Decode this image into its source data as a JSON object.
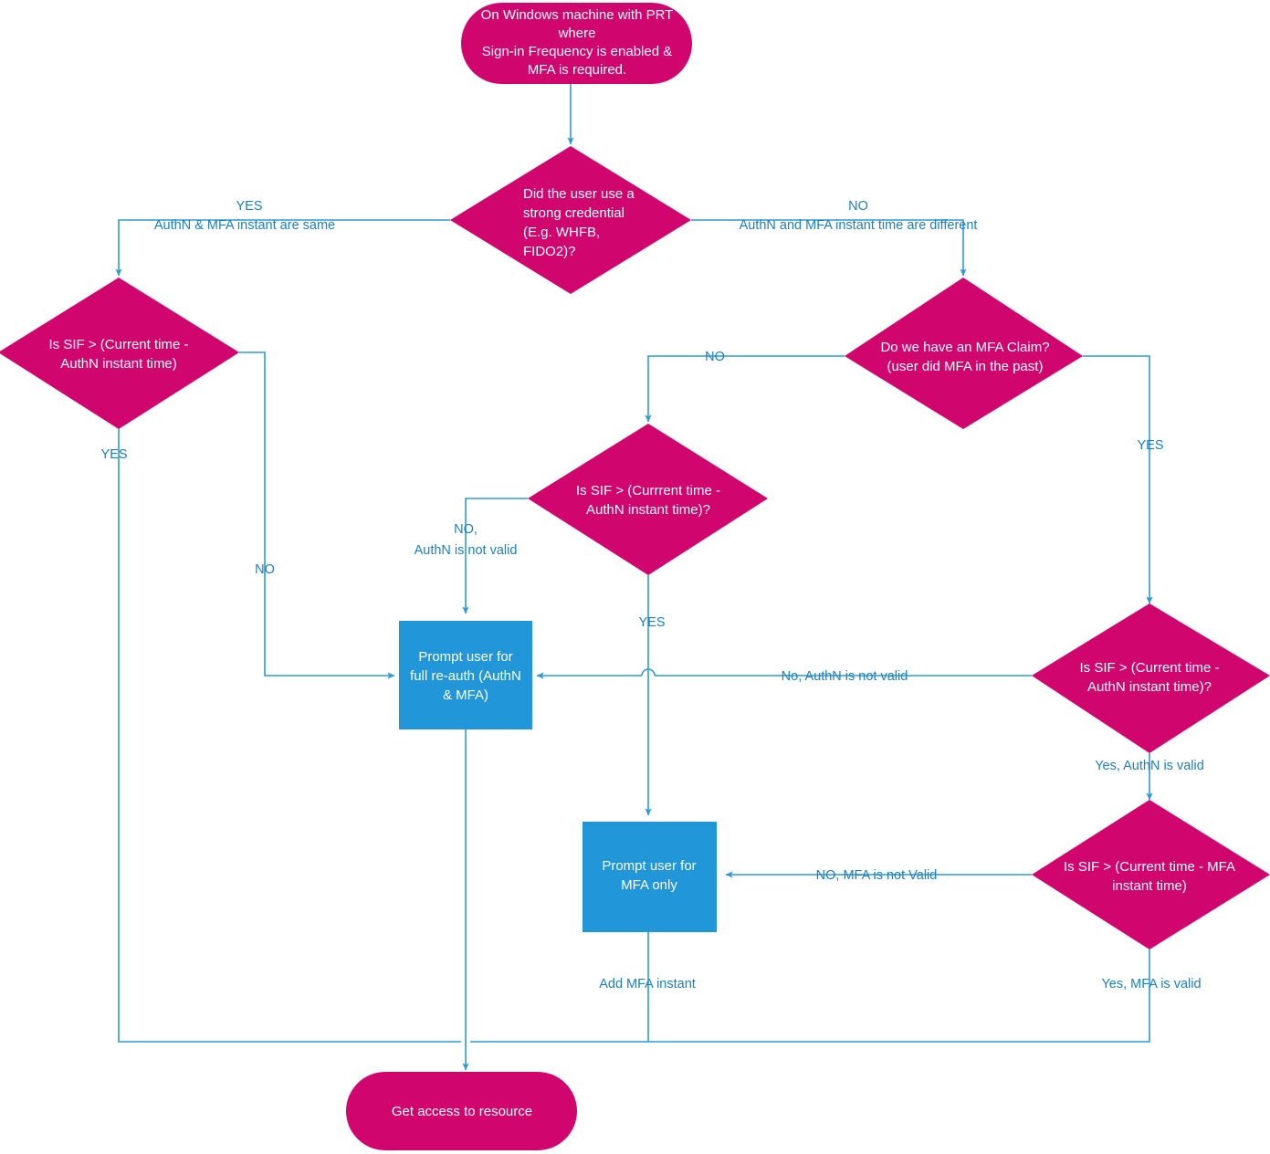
{
  "diagram": {
    "title": "Sign-in Frequency with MFA evaluation flow",
    "colors": {
      "decision_fill": "#D1056E",
      "terminator_fill": "#D1056E",
      "process_fill": "#2196D8",
      "edge_stroke": "#2E9BD6",
      "edge_label_text": "#1B7FC4",
      "node_text": "#FFFFFF",
      "background": "#FFFFFF"
    },
    "nodes": {
      "start": {
        "type": "terminator",
        "lines": [
          "On Windows machine with PRT",
          "where",
          "Sign-in Frequency is enabled &",
          "MFA is required."
        ]
      },
      "strong_credential": {
        "type": "decision",
        "lines": [
          "Did the user use a",
          "strong credential",
          "(E.g. WHFB,",
          "FIDO2)?"
        ]
      },
      "sif_authn_left": {
        "type": "decision",
        "lines": [
          "Is SIF > (Current time -",
          "AuthN instant time)"
        ]
      },
      "mfa_claim": {
        "type": "decision",
        "lines": [
          "Do we have an MFA Claim?",
          "(user did MFA in the past)"
        ]
      },
      "sif_authn_middle": {
        "type": "decision",
        "lines": [
          "Is SIF > (Currrent time -",
          "AuthN instant time)?"
        ]
      },
      "sif_authn_right": {
        "type": "decision",
        "lines": [
          "Is SIF > (Current time -",
          "AuthN instant time)?"
        ]
      },
      "sif_mfa_right": {
        "type": "decision",
        "lines": [
          "Is SIF > (Current time - MFA",
          "instant time)"
        ]
      },
      "prompt_full_reauth": {
        "type": "process",
        "lines": [
          "Prompt user for",
          "full re-auth (AuthN",
          "& MFA)"
        ]
      },
      "prompt_mfa_only": {
        "type": "process",
        "lines": [
          "Prompt user for",
          "MFA only"
        ]
      },
      "get_access": {
        "type": "terminator",
        "lines": [
          "Get access to resource"
        ]
      }
    },
    "edge_labels": {
      "yes_same_instant_1": "YES",
      "yes_same_instant_2": "AuthN & MFA instant are same",
      "no_different_instant_1": "NO",
      "no_different_instant_2": "AuthN and MFA instant time are different",
      "left_yes": "YES",
      "left_no": "NO",
      "claim_no": "NO",
      "claim_yes": "YES",
      "middle_no_1": "NO,",
      "middle_no_2": "AuthN is not valid",
      "middle_yes": "YES",
      "right_no_authn": "No, AuthN is not valid",
      "right_yes_authn": "Yes, AuthN is valid",
      "right_no_mfa": "NO, MFA is not Valid",
      "right_yes_mfa": "Yes, MFA is valid",
      "add_mfa_instant": "Add MFA instant"
    }
  }
}
